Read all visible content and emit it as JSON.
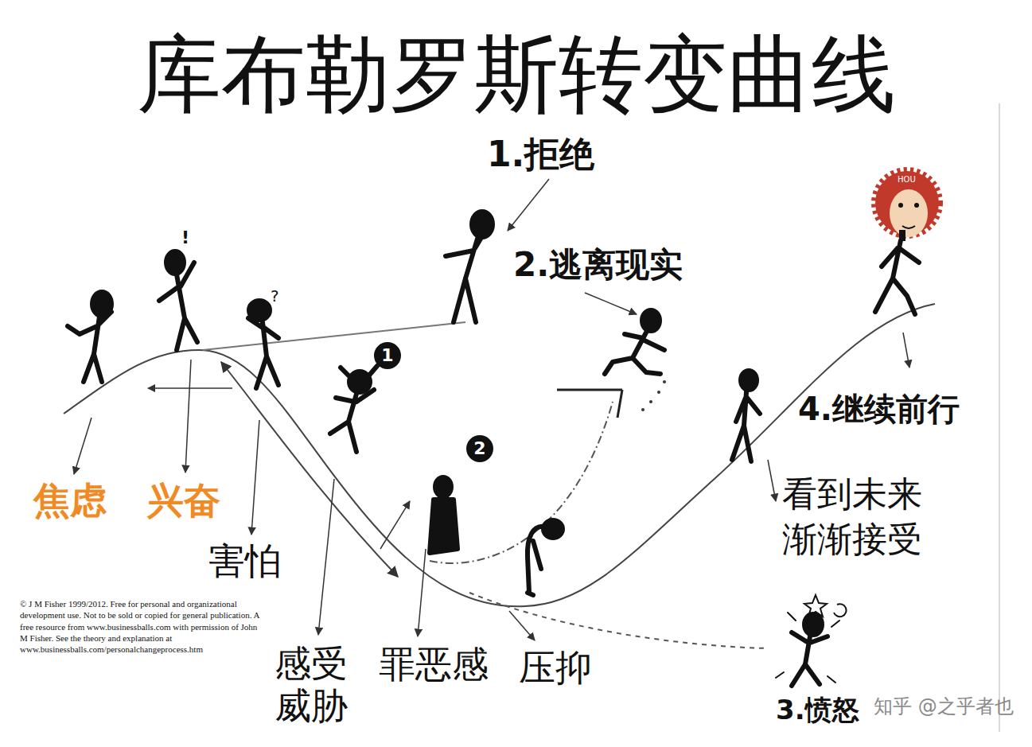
{
  "diagram": {
    "title": "库布勒罗斯转变曲线",
    "labels": [
      "1.拒绝",
      "!",
      "?",
      "1",
      "2.逃离现实",
      "HOU",
      "2",
      "4.继续前行",
      "焦虑",
      "兴奋",
      "害怕",
      "看到未来 渐渐接受",
      "© J M Fisher 1999/2012. Free for personal and organizational development use. Not to be sold or copied for general publication. A free resource from www.businessballs.com with permission of John M Fisher. See the theory and explanation at www.businessballs.com/personalchangeprocess.htm",
      "感受 威胁",
      "罪恶感",
      "压抑",
      "3.愤怒",
      "知乎 @之乎者也"
    ]
  }
}
